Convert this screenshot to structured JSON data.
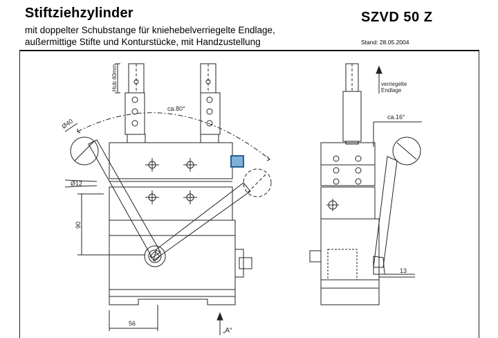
{
  "header": {
    "title": "Stiftziehzylinder",
    "subtitle_line1": "mit doppelter Schubstange für kniehebelverriegelte Endlage,",
    "subtitle_line2": "außermittige Stifte und Konturstücke, mit Handzustellung",
    "model": "SZVD 50 Z",
    "stand": "Stand: 28.05.2004"
  },
  "labels": {
    "hub": "Hub 40mm",
    "ca80": "ca.80°",
    "dia40": "Ø40",
    "dia12": "Ø12",
    "dim90": "90",
    "dim56": "56",
    "view_a": "„A“",
    "verriegelte": "verriegelte",
    "endlage": "Endlage",
    "ca16": "ca.16°",
    "dim13": "13"
  },
  "colors": {
    "marker_fill": "#7fb0d8",
    "marker_stroke": "#2a5d8c",
    "line": "#222222"
  }
}
